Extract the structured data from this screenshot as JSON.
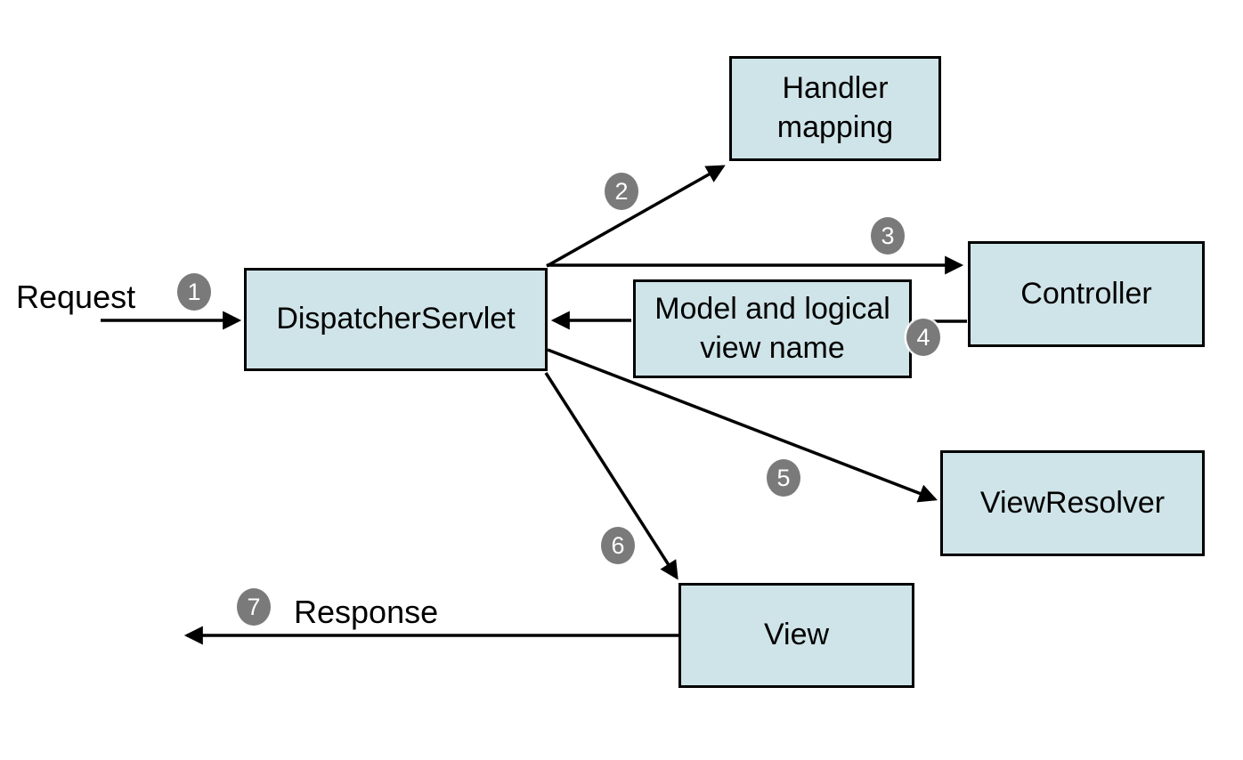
{
  "diagram": {
    "request_label": "Request",
    "response_label": "Response"
  },
  "nodes": {
    "dispatcher_servlet": {
      "label": "DispatcherServlet"
    },
    "handler_mapping": {
      "label": "Handler\nmapping"
    },
    "controller": {
      "label": "Controller"
    },
    "model_and_view": {
      "label": "Model and logical\nview name"
    },
    "view_resolver": {
      "label": "ViewResolver"
    },
    "view": {
      "label": "View"
    }
  },
  "steps": {
    "s1": "1",
    "s2": "2",
    "s3": "3",
    "s4": "4",
    "s5": "5",
    "s6": "6",
    "s7": "7"
  },
  "colors": {
    "node_fill": "#cfe4e8",
    "node_border": "#000000",
    "connector": "#000000",
    "badge_fill": "#7a7a7a",
    "badge_text": "#ffffff",
    "canvas_bg": "#ffffff"
  }
}
